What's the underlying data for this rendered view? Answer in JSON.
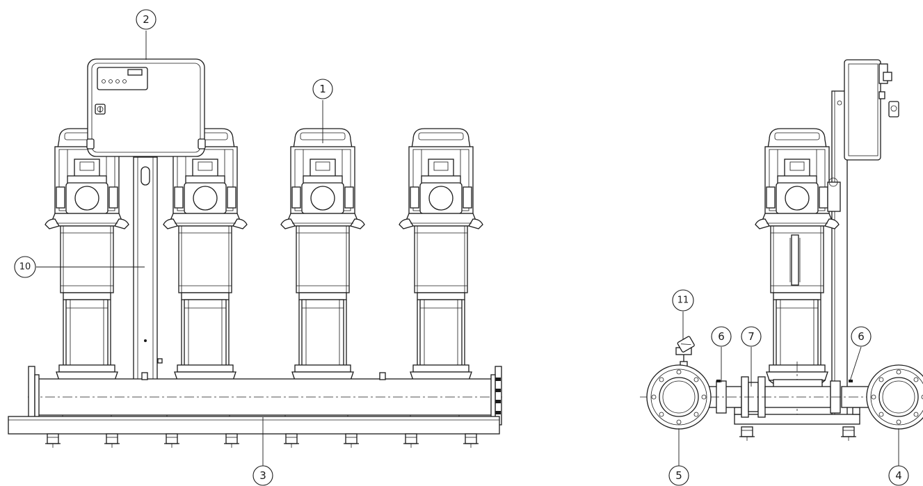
{
  "callouts": {
    "c1": "1",
    "c2": "2",
    "c3": "3",
    "c4": "4",
    "c5": "5",
    "c6a": "6",
    "c6b": "6",
    "c7": "7",
    "c10": "10",
    "c11": "11"
  }
}
